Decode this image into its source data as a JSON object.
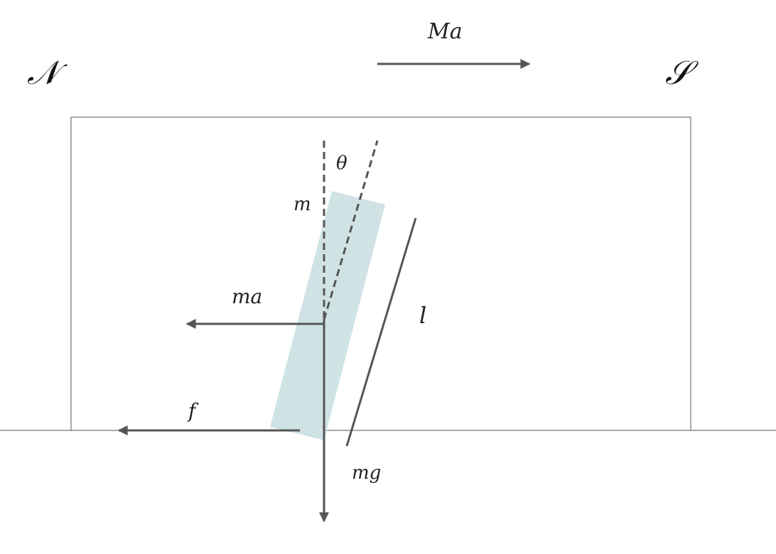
{
  "labels": {
    "north": "𝒩",
    "south": "𝒮",
    "cart_acceleration": "Ma",
    "mass": "m",
    "angle": "θ",
    "inertial_force": "ma",
    "friction": "f",
    "length": "l",
    "weight": "mg"
  },
  "colors": {
    "arrow": "#555555",
    "outline": "#555555",
    "rod_fill": "#cfe3e5",
    "text": "#222222"
  }
}
